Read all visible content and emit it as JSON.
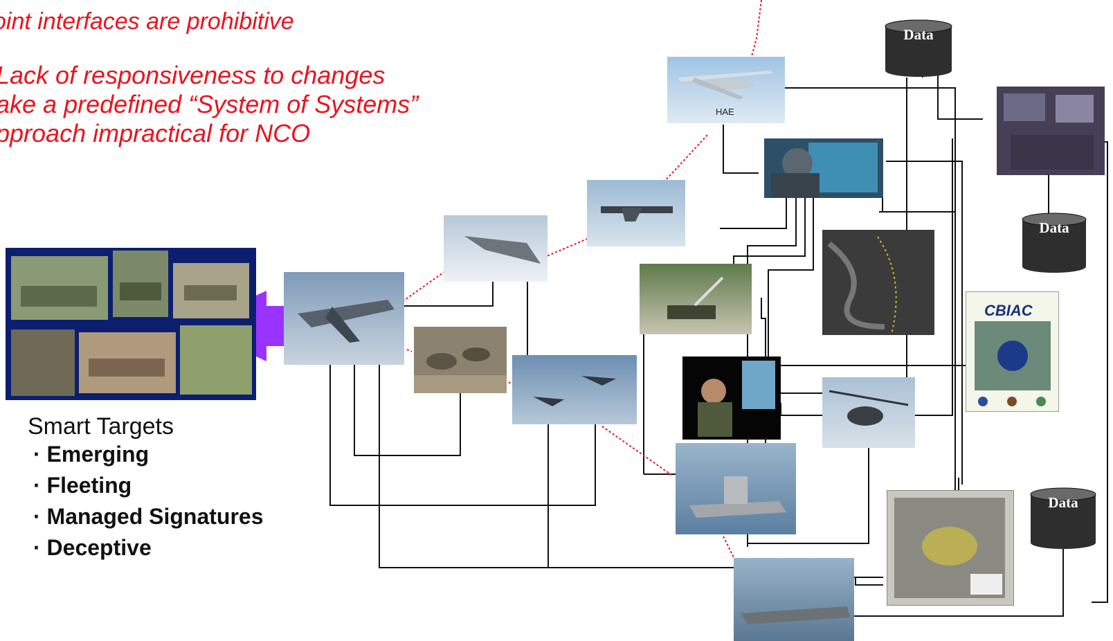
{
  "text": {
    "line1": "oint interfaces are prohibitive",
    "line2a": "Lack of responsiveness to changes",
    "line2b": "ake a predefined “System of Systems”",
    "line2c": "pproach impractical for NCO"
  },
  "data_stores": [
    {
      "id": "top",
      "label": "Data"
    },
    {
      "id": "mid-right",
      "label": "Data"
    },
    {
      "id": "bottom-right",
      "label": "Data"
    }
  ],
  "smart_targets": {
    "heading": "Smart Targets",
    "items": [
      "Emerging",
      "Fleeting",
      "Managed Signatures",
      "Deceptive"
    ]
  },
  "labels": {
    "hae": "HAE",
    "cbiac_logo": "CBIAC"
  },
  "colors": {
    "accent_red": "#e8141e",
    "arrow_purple": "#9933ff",
    "line": "#111111",
    "drum": "#2e2e2e"
  }
}
